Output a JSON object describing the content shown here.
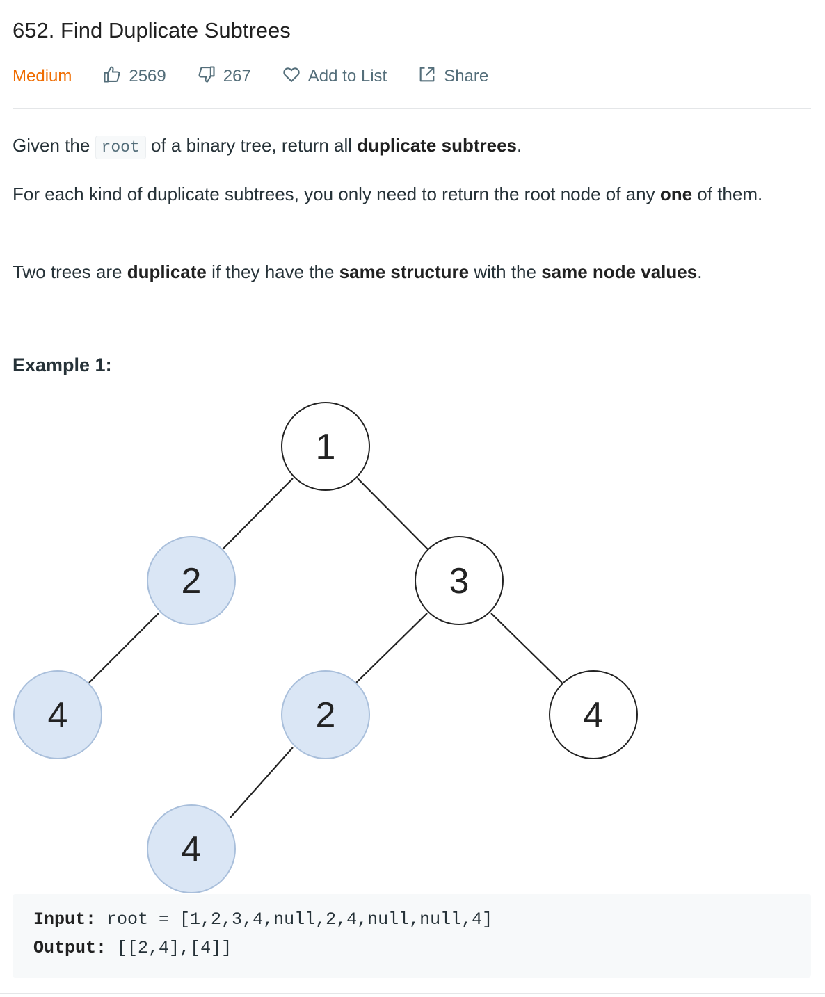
{
  "problem": {
    "title": "652. Find Duplicate Subtrees",
    "difficulty": "Medium",
    "likes": "2569",
    "dislikes": "267",
    "add_to_list": "Add to List",
    "share": "Share"
  },
  "description": {
    "p1": {
      "before": "Given the",
      "code": "root",
      "middle": "of a binary tree, return all",
      "bold": "duplicate subtrees",
      "after": "."
    },
    "p2": {
      "before": "For each kind of duplicate subtrees, you only need to return the root node of any",
      "bold": "one",
      "after": "of them."
    },
    "p3": {
      "t1": "Two trees are",
      "b1": "duplicate",
      "t2": "if they have the",
      "b2": "same structure",
      "t3": "with the",
      "b3": "same node values",
      "t4": "."
    }
  },
  "example": {
    "heading": "Example 1:",
    "input_label": "Input:",
    "input_value": "root = [1,2,3,4,null,2,4,null,null,4]",
    "output_label": "Output:",
    "output_value": "[[2,4],[4]]"
  },
  "tree": {
    "highlight_fill": "#dae6f5",
    "highlight_stroke": "#a9bfdb",
    "plain_fill": "#ffffff",
    "plain_stroke": "#222222",
    "nodes": [
      "1",
      "2",
      "3",
      "4",
      "2",
      "4",
      "4"
    ]
  },
  "colors": {
    "accent": "#ef6c00",
    "text": "#263238",
    "muted": "#546e7a"
  }
}
